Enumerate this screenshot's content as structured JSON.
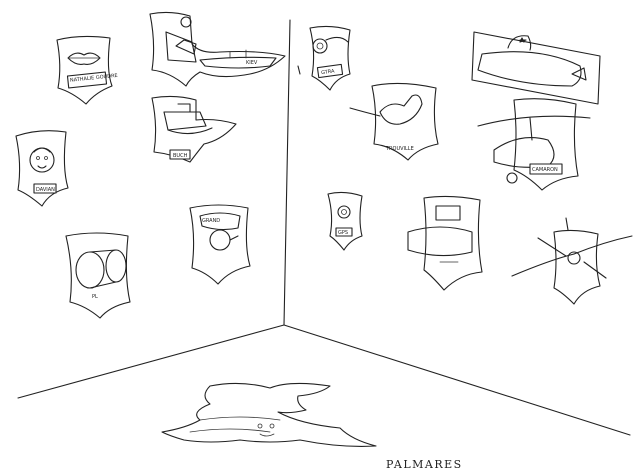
{
  "caption": "PALMARES",
  "trophy_labels": {
    "lips": "NATHALIE GOUDRE",
    "ship": "KIEV",
    "phone": "GTRA",
    "diver": "TROUVILLE",
    "boat": "BUCH",
    "face": "DAVIAN",
    "helicopter": "CAMARON",
    "grenade": "GPS",
    "spool": "PL",
    "sailor": "GRAND"
  }
}
